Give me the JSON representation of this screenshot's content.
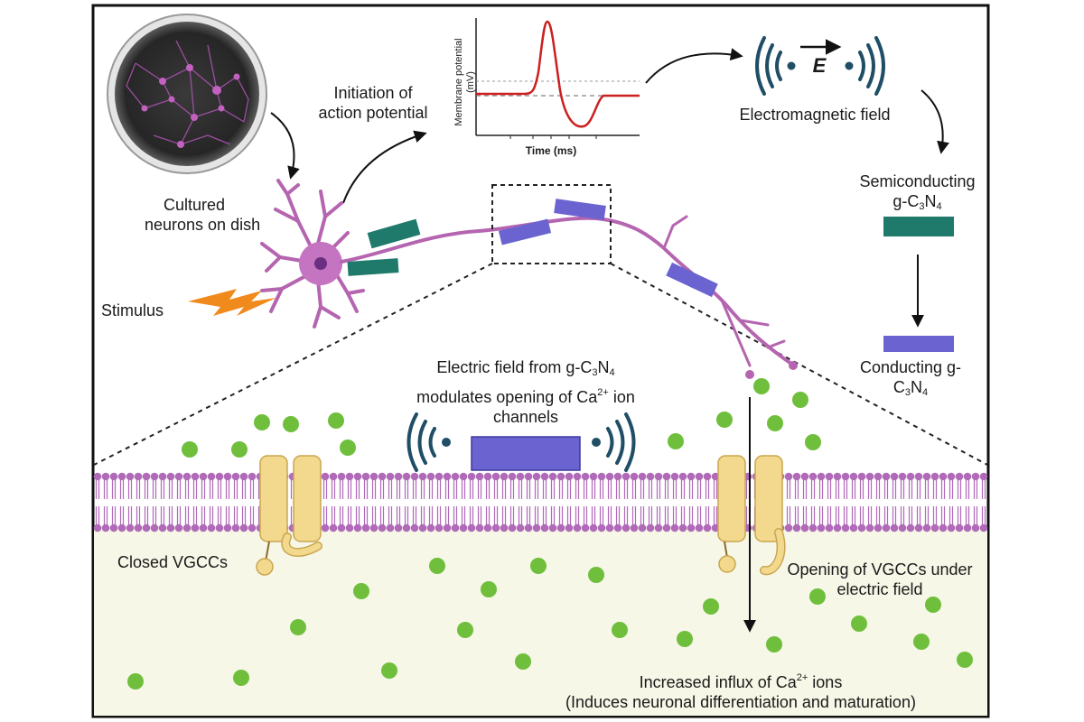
{
  "neuron_dish": {
    "label_line1": "Cultured",
    "label_line2": "neurons on dish"
  },
  "stimulus": {
    "label": "Stimulus"
  },
  "initiation": {
    "line1": "Initiation of",
    "line2": "action potential"
  },
  "graph": {
    "ylabel_line1": "Membrane potential",
    "ylabel_line2": "(mV)",
    "xlabel": "Time (ms)"
  },
  "em_field": {
    "symbol": "E",
    "label": "Electromagnetic field"
  },
  "semiconducting": {
    "line1": "Semiconducting",
    "line2_prefix": "g-C",
    "sub1": "3",
    "mid": "N",
    "sub2": "4",
    "color": "#1f7a6c"
  },
  "conducting": {
    "line1": "Conducting g-",
    "line2_prefix": "C",
    "sub1": "3",
    "mid": "N",
    "sub2": "4",
    "color": "#6b63d0"
  },
  "field_caption": {
    "line1_prefix": "Electric field from g-C",
    "sub1": "3",
    "mid": "N",
    "sub2": "4",
    "line2_prefix": "modulates opening of Ca",
    "sup": "2+",
    "line2_suffix": " ion",
    "line3": "channels"
  },
  "closed_vgcc": {
    "label": "Closed VGCCs"
  },
  "open_vgcc": {
    "line1": "Opening of VGCCs under",
    "line2": "electric field"
  },
  "influx": {
    "line1_prefix": "Increased influx of Ca",
    "sup": "2+",
    "line1_suffix": " ions",
    "line2": "(Induces neuronal differentiation and maturation)"
  },
  "colors": {
    "neuron": "#b565b0",
    "membrane": "#b06ab8",
    "calcium": "#6fbf3d",
    "channel": "#f3d98e",
    "ap_trace": "#cc1f1f",
    "wave": "#1f4e66",
    "stimulus": "#f08a1c",
    "cytoplasm": "#f6f7e6"
  }
}
